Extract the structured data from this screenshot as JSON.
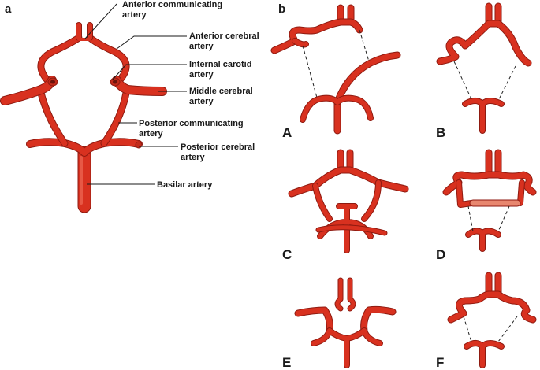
{
  "panels": {
    "a": "a",
    "b": "b"
  },
  "labels": {
    "acomm_1": "Anterior communicating",
    "acomm_2": "artery",
    "aca_1": "Anterior cerebral",
    "aca_2": "artery",
    "ica_1": "Internal carotid",
    "ica_2": "artery",
    "mca_1": "Middle cerebral",
    "mca_2": "artery",
    "pcomm_1": "Posterior communicating",
    "pcomm_2": "artery",
    "pca_1": "Posterior cerebral",
    "pca_2": "artery",
    "basilar": "Basilar artery"
  },
  "variants": [
    "A",
    "B",
    "C",
    "D",
    "E",
    "F"
  ],
  "colors": {
    "artery": "#d8311f",
    "artery_edge": "#8f1a10",
    "hypoplastic_segment": "#e8876f",
    "text": "#1a1a1a"
  }
}
